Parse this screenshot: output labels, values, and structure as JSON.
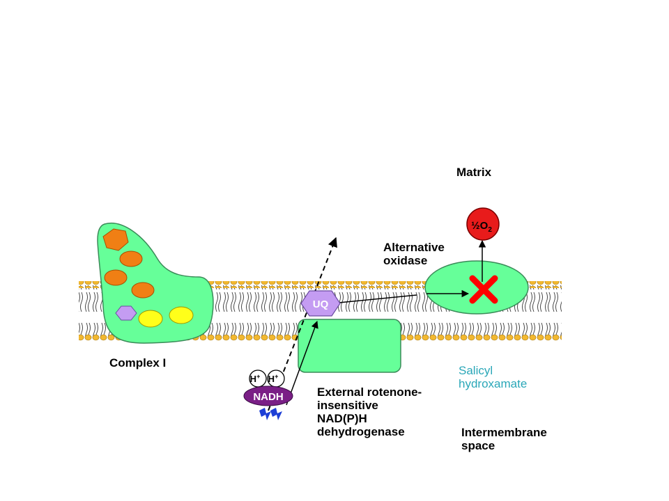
{
  "labels": {
    "matrix": "Matrix",
    "alt_oxidase": [
      "Alternative",
      "oxidase"
    ],
    "complex1": "Complex I",
    "external": [
      "External rotenone-",
      "insensitive",
      "NAD(P)H",
      "dehydrogenase"
    ],
    "salicyl": [
      "Salicyl",
      "hydroxamate"
    ],
    "intermembrane": [
      "Intermembrane",
      "space"
    ],
    "uq": "UQ",
    "nadh": "NADH",
    "half_o2": "½O",
    "o2_subscript": "2",
    "proton": "H",
    "proton_charge": "+"
  },
  "colors": {
    "protein_green": "#66ff99",
    "lipid_head": "#f2b830",
    "orange": "#f07f14",
    "yellow": "#ffff1a",
    "purple": "#c49cf2",
    "nadh": "#7a1f86",
    "oxygen": "#e81b1b",
    "inhibitor": "#ff0000",
    "salicyl_text": "#2aa7b8"
  },
  "icons": {
    "inhibitor": "x-cross-icon",
    "electron": "lightning-bolt-icon"
  }
}
